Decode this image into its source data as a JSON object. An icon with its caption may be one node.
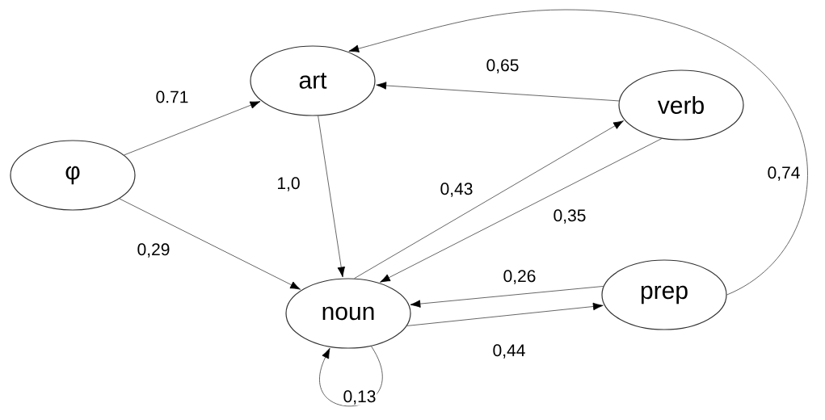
{
  "diagram": {
    "nodes": [
      {
        "text": [
          "φ"
        ]
      },
      {
        "text": [
          "art"
        ]
      },
      {
        "text": [
          "verb"
        ]
      },
      {
        "text": [
          "noun"
        ]
      },
      {
        "text": [
          "prep"
        ]
      }
    ],
    "edges": [
      {
        "from": 0,
        "to": 1,
        "arrow": "to",
        "label": "0.71"
      },
      {
        "from": 1,
        "to": 3,
        "arrow": "to",
        "label": "1,0"
      },
      {
        "from": 0,
        "to": 3,
        "arrow": "to",
        "label": "0,29"
      },
      {
        "from": 2,
        "to": 1,
        "arrow": "to",
        "label": "0,65"
      },
      {
        "from": 3,
        "to": 2,
        "arrow": "to",
        "label": "0,43"
      },
      {
        "from": 2,
        "to": 3,
        "arrow": "to",
        "label": "0,35"
      },
      {
        "from": 4,
        "to": 3,
        "arrow": "to",
        "label": "0,26"
      },
      {
        "from": 3,
        "to": 4,
        "arrow": "to",
        "label": "0,44"
      },
      {
        "from": 3,
        "to": 3,
        "arrow": "to",
        "label": "0,13"
      },
      {
        "from": 4,
        "to": 1,
        "arrow": "to",
        "label": "0,74"
      }
    ]
  }
}
